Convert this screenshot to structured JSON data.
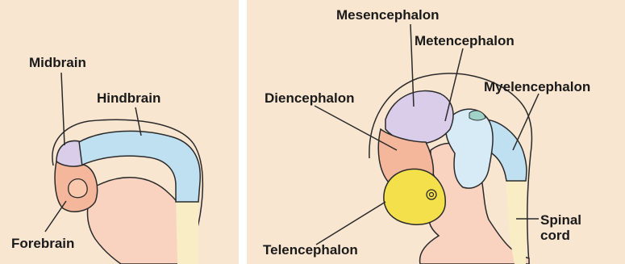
{
  "left_panel": {
    "labels": {
      "midbrain": "Midbrain",
      "hindbrain": "Hindbrain",
      "forebrain": "Forebrain"
    }
  },
  "right_panel": {
    "labels": {
      "mesencephalon": "Mesencephalon",
      "metencephalon": "Metencephalon",
      "myelencephalon": "Myelencephalon",
      "diencephalon": "Diencephalon",
      "telencephalon": "Telencephalon",
      "spinal_cord": "Spinal\ncord"
    }
  },
  "colors": {
    "background": "#f8e6d0",
    "body_tissue": "#f9d2c0",
    "midbrain_region": "#d9cdea",
    "hindbrain_region": "#bfe0f0",
    "forebrain_region": "#f5b79b",
    "telencephalon_region": "#f3e04a",
    "spinal_cord_region": "#f8edc4",
    "outline": "#2a2a2a"
  }
}
